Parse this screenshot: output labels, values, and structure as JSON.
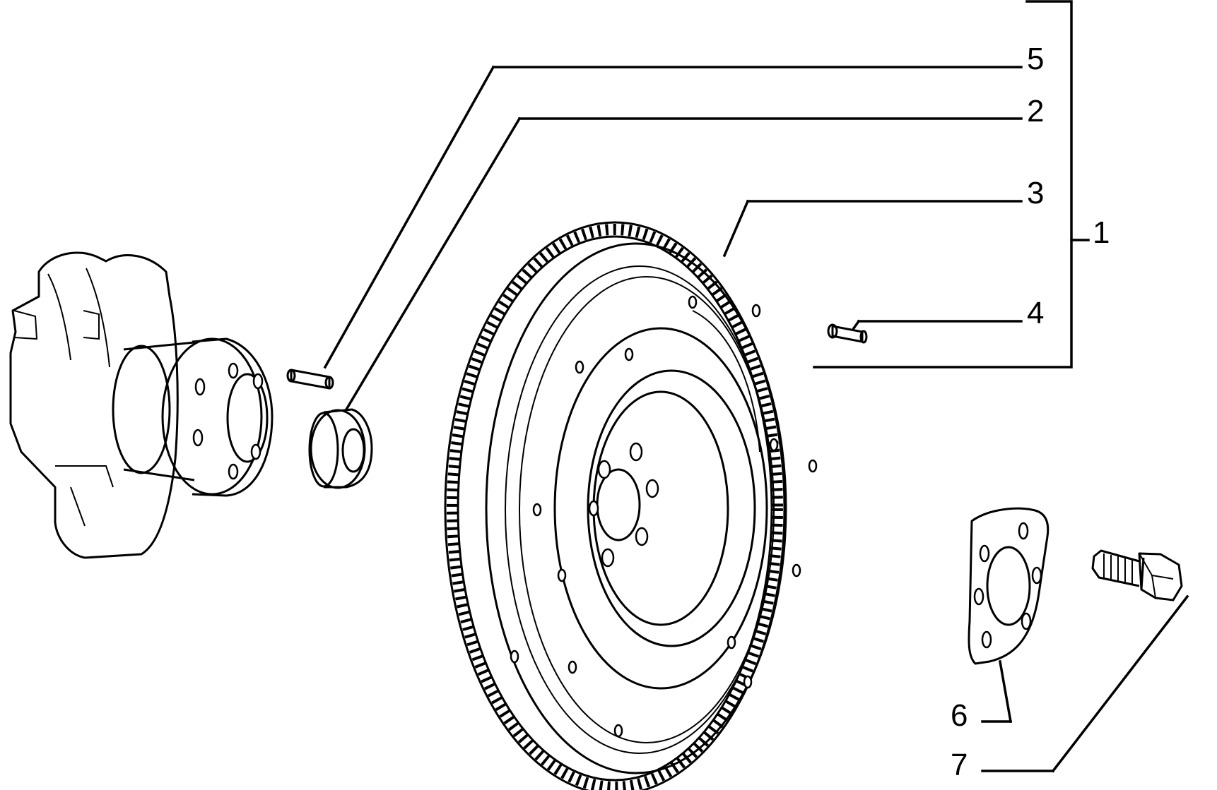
{
  "diagram": {
    "callouts": {
      "c1": "1",
      "c2": "2",
      "c3": "3",
      "c4": "4",
      "c5": "5",
      "c6": "6",
      "c7": "7"
    }
  }
}
